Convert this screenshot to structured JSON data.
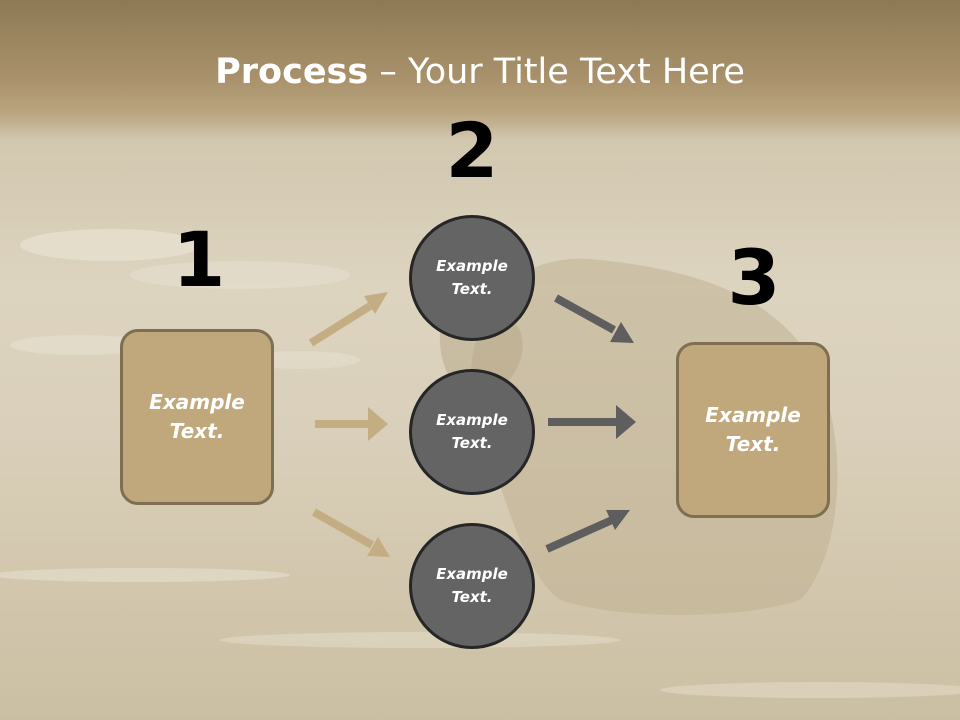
{
  "slide": {
    "title_bold": "Process",
    "title_rest": " – Your Title Text Here"
  },
  "steps": {
    "step1": {
      "number": "1",
      "text": "Example Text."
    },
    "step2": {
      "number": "2",
      "circles": [
        {
          "text": "Example Text."
        },
        {
          "text": "Example Text."
        },
        {
          "text": "Example Text."
        }
      ]
    },
    "step3": {
      "number": "3",
      "text": "Example Text."
    }
  },
  "colors": {
    "box_fill": "#c0a87c",
    "box_border": "#7e6e52",
    "circle_fill": "#646464",
    "circle_border": "#262626",
    "tan_arrow": "#c4ad82",
    "gray_arrow": "#5e5e5e"
  }
}
